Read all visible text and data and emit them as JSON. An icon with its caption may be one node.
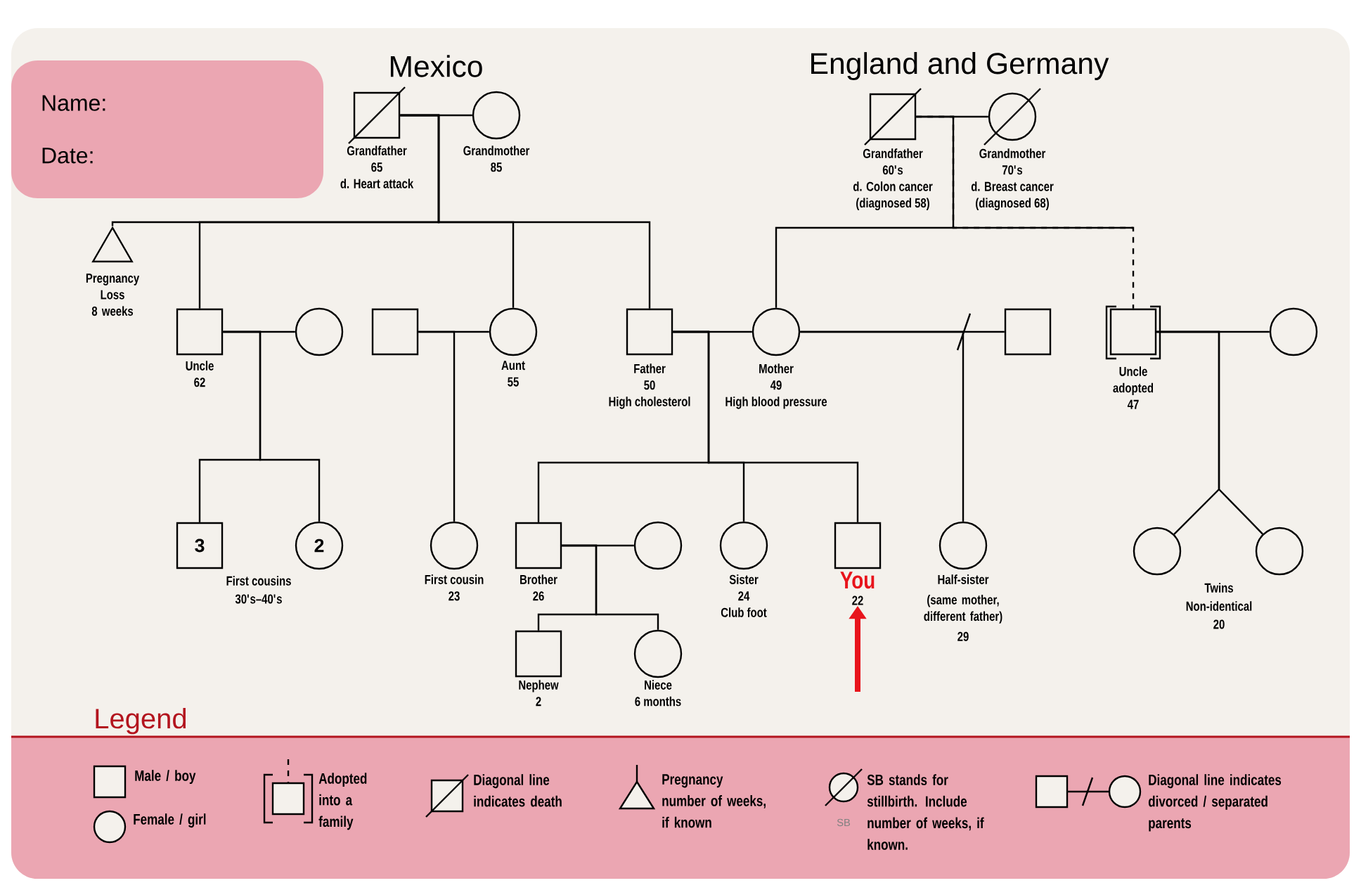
{
  "diagram": {
    "nodes": [
      {
        "text": [
          "Name:",
          "Date:"
        ]
      },
      {
        "text": [
          "Grandfather",
          "65",
          "d. Heart attack"
        ]
      },
      {
        "text": [
          "Grandmother",
          "85"
        ]
      },
      {
        "text": [
          "Grandfather",
          "60's",
          "d. Colon cancer",
          "(diagnosed 58)"
        ]
      },
      {
        "text": [
          "Grandmother",
          "70's",
          "d. Breast cancer",
          "(diagnosed 68)"
        ]
      },
      {
        "text": [
          "Pregnancy Loss",
          "8 weeks"
        ]
      },
      {
        "text": [
          "Uncle",
          "62"
        ]
      },
      {
        "text": [],
        "shape": "circle"
      },
      {
        "text": [],
        "shape": "box"
      },
      {
        "text": [
          "Aunt",
          "55"
        ]
      },
      {
        "text": [
          "Father",
          "50",
          "High cholesterol"
        ]
      },
      {
        "text": [
          "Mother",
          "49",
          "High blood pressure"
        ]
      },
      {
        "text": [],
        "shape": "box"
      },
      {
        "text": [
          "Uncle",
          "adopted",
          "47"
        ]
      },
      {
        "text": [],
        "shape": "circle"
      },
      {
        "text": [
          "3"
        ]
      },
      {
        "text": [
          "2"
        ]
      },
      {
        "text": [
          "First cousin",
          "23"
        ]
      },
      {
        "text": [
          "Brother",
          "26"
        ]
      },
      {
        "text": [],
        "shape": "circle"
      },
      {
        "text": [
          "Sister",
          "24",
          "Club foot"
        ]
      },
      {
        "text": [
          "You",
          "22"
        ]
      },
      {
        "text": [
          "Half-sister",
          "(same mother, different father)",
          "29"
        ]
      },
      {
        "text": [],
        "shape": "circle"
      },
      {
        "text": [],
        "shape": "circle"
      },
      {
        "text": [
          "Nephew",
          "2"
        ]
      },
      {
        "text": [
          "Niece",
          "6 months"
        ]
      }
    ],
    "edges": [
      {
        "from": 1,
        "to": 2,
        "arrow": "none"
      },
      {
        "from": 3,
        "to": 4,
        "arrow": "none"
      },
      {
        "from": 6,
        "to": 7,
        "arrow": "none"
      },
      {
        "from": 8,
        "to": 9,
        "arrow": "none"
      },
      {
        "from": 10,
        "to": 11,
        "arrow": "none"
      },
      {
        "from": 11,
        "to": 12,
        "arrow": "none"
      },
      {
        "from": 13,
        "to": 14,
        "arrow": "none"
      },
      {
        "from": 18,
        "to": 19,
        "arrow": "none"
      },
      {
        "from": 1,
        "to": 5,
        "arrow": "none"
      },
      {
        "from": 1,
        "to": 6,
        "arrow": "none"
      },
      {
        "from": 1,
        "to": 9,
        "arrow": "none"
      },
      {
        "from": 1,
        "to": 10,
        "arrow": "none"
      },
      {
        "from": 3,
        "to": 11,
        "arrow": "none"
      },
      {
        "from": 3,
        "to": 13,
        "arrow": "none",
        "style": "dashed"
      },
      {
        "from": 6,
        "to": 15,
        "arrow": "none"
      },
      {
        "from": 6,
        "to": 16,
        "arrow": "none"
      },
      {
        "from": 8,
        "to": 17,
        "arrow": "none"
      },
      {
        "from": 10,
        "to": 18,
        "arrow": "none"
      },
      {
        "from": 10,
        "to": 20,
        "arrow": "none"
      },
      {
        "from": 10,
        "to": 21,
        "arrow": "none"
      },
      {
        "from": 11,
        "to": 22,
        "arrow": "none"
      },
      {
        "from": 13,
        "to": 23,
        "arrow": "none"
      },
      {
        "from": 13,
        "to": 24,
        "arrow": "none"
      },
      {
        "from": 18,
        "to": 25,
        "arrow": "none"
      },
      {
        "from": 18,
        "to": 26,
        "arrow": "none"
      },
      {
        "from": null,
        "to": 21,
        "arrow": "to",
        "style": "thick",
        "color": "#e8141c"
      }
    ],
    "labels": [
      "Mexico",
      "England and Germany",
      "First cousins",
      "30's–40's",
      "Twins",
      "Non-identical",
      "20",
      "Legend",
      "SB"
    ],
    "legend": [
      {
        "text": "Male / boy"
      },
      {
        "text": "Female / girl"
      },
      {
        "text": "Adopted into a family"
      },
      {
        "text": "Diagonal line indicates death"
      },
      {
        "text": "Pregnancy number of weeks, if known"
      },
      {
        "text": "SB stands for stillbirth. Include number of weeks, if known."
      },
      {
        "text": "Diagonal line indicates divorced / separated parents"
      }
    ]
  }
}
